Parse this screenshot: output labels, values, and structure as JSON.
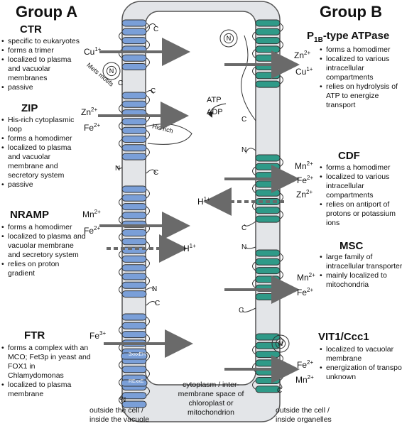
{
  "headers": {
    "group_a": "Group A",
    "group_b": "Group B"
  },
  "families": {
    "ctr": {
      "name": "CTR",
      "features": [
        "specific to eukaryotes",
        "forms a trimer",
        "localized to plasma and vacuolar membranes",
        "passive"
      ],
      "ions": [
        "Cu"
      ],
      "charges": [
        "1+"
      ]
    },
    "zip": {
      "name": "ZIP",
      "features": [
        "His-rich cytoplasmic loop",
        "forms a homodimer",
        "localized to plasma and vacuolar membrane and secretory system",
        "passive"
      ],
      "ions": [
        "Zn",
        "Fe"
      ],
      "charges": [
        "2+",
        "2+"
      ]
    },
    "nramp": {
      "name": "NRAMP",
      "features": [
        "forms a homodimer",
        "localized to plasma and vacuolar membrane and secretory system",
        "relies on proton gradient"
      ],
      "ions": [
        "Mn",
        "Fe"
      ],
      "charges": [
        "2+",
        "2+"
      ],
      "proton": "H",
      "proton_charge": "1+"
    },
    "ftr": {
      "name": "FTR",
      "features": [
        "forms a complex with an MCO; Fet3p in yeast and FOX1 in Chlamydomonas",
        "localized to plasma membrane"
      ],
      "ions": [
        "Fe"
      ],
      "charges": [
        "3+"
      ]
    },
    "p1b": {
      "name_main": "P",
      "name_sub": "1B",
      "name_rest": "-type ATPase",
      "features": [
        "forms a homodimer",
        "localized to various intracellular compartments",
        "relies on hydrolysis of ATP to energize transport"
      ],
      "ions": [
        "Zn",
        "Cu"
      ],
      "charges": [
        "2+",
        "1+"
      ]
    },
    "cdf": {
      "name": "CDF",
      "features": [
        "forms a homodimer",
        "localized to various intracellular compartments",
        "relies on antiport of protons or potassium ions"
      ],
      "ions": [
        "Mn",
        "Fe",
        "Zn"
      ],
      "charges": [
        "2+",
        "2+",
        "2+"
      ],
      "proton": "H",
      "proton_charge": "1+"
    },
    "msc": {
      "name": "MSC",
      "features": [
        "large family of intracellular transporters",
        "mainly localized to mitochondria"
      ],
      "ions": [
        "Mn",
        "Fe"
      ],
      "charges": [
        "2+",
        "2+"
      ]
    },
    "vit": {
      "name": "VIT1/Ccc1",
      "features": [
        "localized to vacuolar membrane",
        "energization of transport unknown"
      ],
      "ions": [
        "Fe",
        "Mn"
      ],
      "charges": [
        "2+",
        "2+"
      ]
    }
  },
  "labels": {
    "c": "C",
    "n": "N",
    "his_rich": "His rich",
    "mets_motifs": "Mets motifs",
    "atp": "ATP",
    "adp": "ADP",
    "motif_1": "3xxxEH",
    "motif_2": "RExxE"
  },
  "center_note": [
    "cytoplasm / inter-",
    "membrane space of",
    "chloroplast or mitochondrion"
  ],
  "footer": {
    "left": [
      "outside the cell /",
      "inside the vacuole"
    ],
    "right": [
      "outside the cell /",
      "inside organelles"
    ]
  },
  "colors": {
    "group_a": "#7a9fd8",
    "group_b": "#2f9a88",
    "membrane": "#e3e5e8",
    "arrow": "#6a6a6a"
  }
}
